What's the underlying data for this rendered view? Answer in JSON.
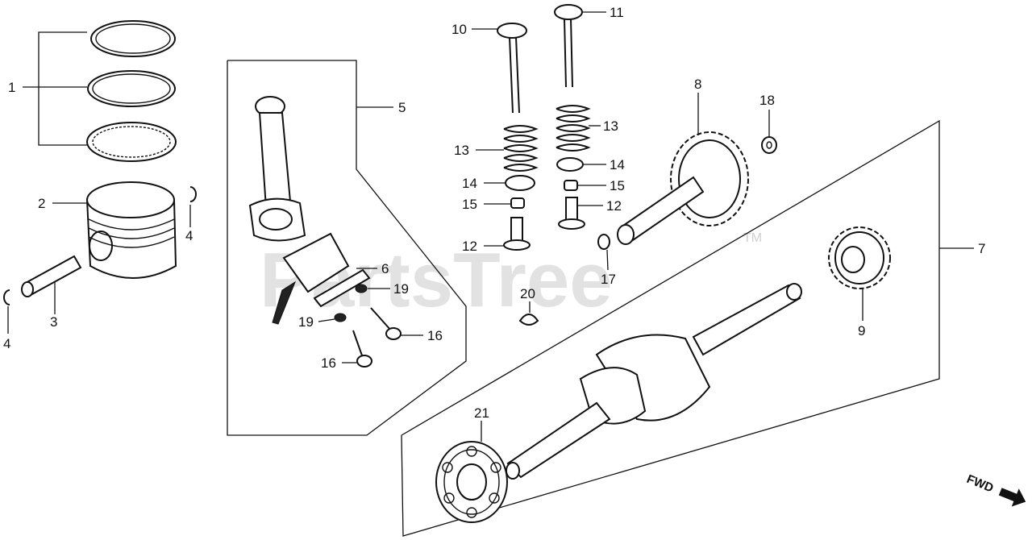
{
  "watermark": {
    "text": "PartsTree",
    "tm": "TM"
  },
  "direction": {
    "label": "FWD"
  },
  "labels": {
    "p1": "1",
    "p2": "2",
    "p3": "3",
    "p4a": "4",
    "p4b": "4",
    "p5": "5",
    "p6": "6",
    "p7": "7",
    "p8": "8",
    "p9": "9",
    "p10": "10",
    "p11": "11",
    "p12a": "12",
    "p12b": "12",
    "p13a": "13",
    "p13b": "13",
    "p14a": "14",
    "p14b": "14",
    "p15a": "15",
    "p15b": "15",
    "p16a": "16",
    "p16b": "16",
    "p17": "17",
    "p18": "18",
    "p19a": "19",
    "p19b": "19",
    "p20": "20",
    "p21": "21"
  }
}
